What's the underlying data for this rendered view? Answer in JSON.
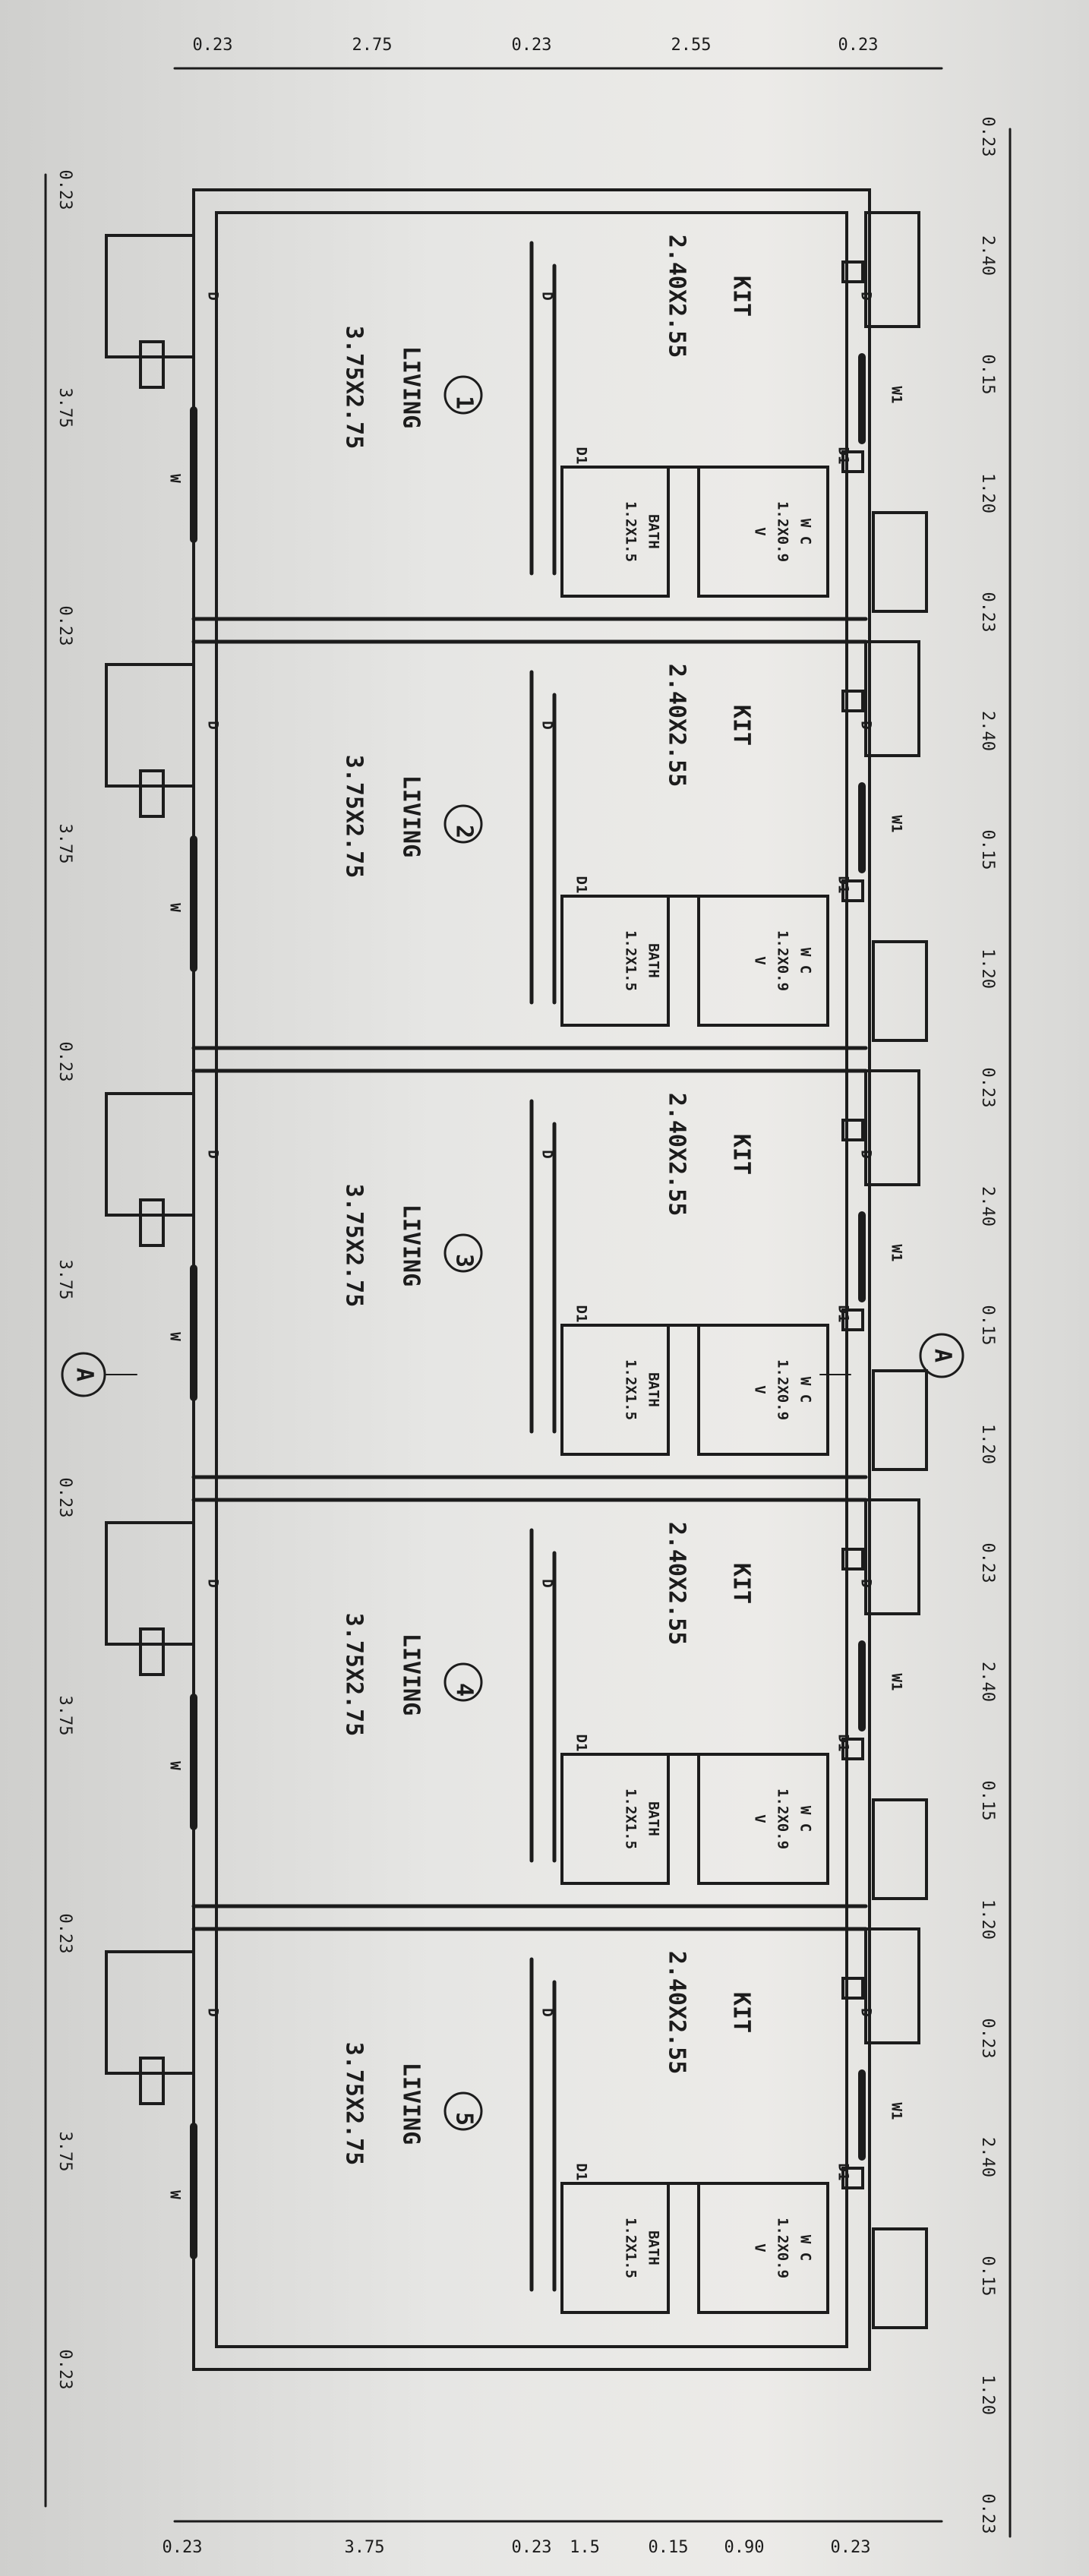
{
  "colors": {
    "paper": "#e4e4e2",
    "ink": "#1c1c1c"
  },
  "units": [
    {
      "number": "1",
      "living_label": "LIVING",
      "living_size": "3.75X2.75",
      "kitchen_label": "KIT",
      "kitchen_size": "2.40X2.55",
      "bath_label": "BATH",
      "bath_size": "1.2X1.5",
      "wc_label": "W C",
      "wc_size": "1.2X0.9",
      "wc_v": "V"
    },
    {
      "number": "2",
      "living_label": "LIVING",
      "living_size": "3.75X2.75",
      "kitchen_label": "KIT",
      "kitchen_size": "2.40X2.55",
      "bath_label": "BATH",
      "bath_size": "1.2X1.5",
      "wc_label": "W C",
      "wc_size": "1.2X0.9",
      "wc_v": "V"
    },
    {
      "number": "3",
      "living_label": "LIVING",
      "living_size": "3.75X2.75",
      "kitchen_label": "KIT",
      "kitchen_size": "2.40X2.55",
      "bath_label": "BATH",
      "bath_size": "1.2X1.5",
      "wc_label": "W C",
      "wc_size": "1.2X0.9",
      "wc_v": "V"
    },
    {
      "number": "4",
      "living_label": "LIVING",
      "living_size": "3.75X2.75",
      "kitchen_label": "KIT",
      "kitchen_size": "2.40X2.55",
      "bath_label": "BATH",
      "bath_size": "1.2X1.5",
      "wc_label": "W C",
      "wc_size": "1.2X0.9",
      "wc_v": "V"
    },
    {
      "number": "5",
      "living_label": "LIVING",
      "living_size": "3.75X2.75",
      "kitchen_label": "KIT",
      "kitchen_size": "2.40X2.55",
      "bath_label": "BATH",
      "bath_size": "1.2X1.5",
      "wc_label": "W C",
      "wc_size": "1.2X0.9",
      "wc_v": "V"
    }
  ],
  "openings": {
    "door": "D",
    "window": "W",
    "window_kitchen": "W1",
    "door_bath": "D1",
    "door_wc": "D1",
    "ventilator": "V"
  },
  "section_marker": "A",
  "dimensions": {
    "top": [
      "0.23",
      "2.75",
      "0.23",
      "2.55",
      "0.23"
    ],
    "bottom": [
      "0.23",
      "3.75",
      "0.23",
      "1.5",
      "0.15",
      "0.90",
      "0.23"
    ],
    "left": [
      "0.23",
      "3.75",
      "0.23",
      "3.75",
      "0.23",
      "3.75",
      "0.23",
      "3.75",
      "0.23",
      "3.75",
      "0.23"
    ],
    "right": [
      "0.23",
      "2.40",
      "0.15",
      "1.20",
      "0.23",
      "2.40",
      "0.15",
      "1.20",
      "0.23",
      "2.40",
      "0.15",
      "1.20",
      "0.23",
      "2.40",
      "0.15",
      "1.20",
      "0.23",
      "2.40",
      "0.15",
      "1.20",
      "0.23"
    ]
  }
}
